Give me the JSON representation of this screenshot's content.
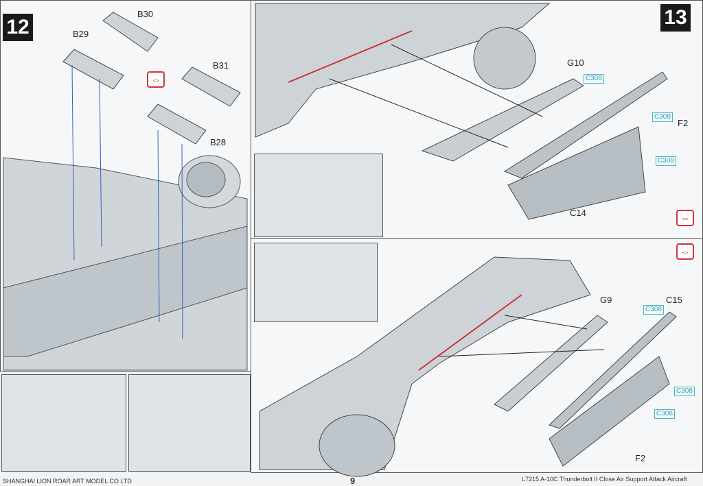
{
  "steps": {
    "step12": "12",
    "step13": "13"
  },
  "step12_parts": {
    "b30": "B30",
    "b29": "B29",
    "b31": "B31",
    "b28": "B28"
  },
  "step13_upper": {
    "g10": "G10",
    "c14": "C14",
    "f2": "F2",
    "paint1": "C308",
    "paint2": "C308",
    "paint3": "C308"
  },
  "step13_lower": {
    "g9": "G9",
    "c15": "C15",
    "f2": "F2",
    "paint1": "C308",
    "paint2": "C308",
    "paint3": "C308"
  },
  "flip_icon": "⇔",
  "footer": {
    "company": "SHANGHAI LION ROAR ART MODEL CO LTD",
    "page": "9",
    "product": "L7215 A-10C Thunderbolt II Close Air Support Attack Aircraft"
  },
  "colors": {
    "accent": "#d4303a",
    "paint_code": "#3aa3b6",
    "part_grey": "#c8ced2"
  }
}
